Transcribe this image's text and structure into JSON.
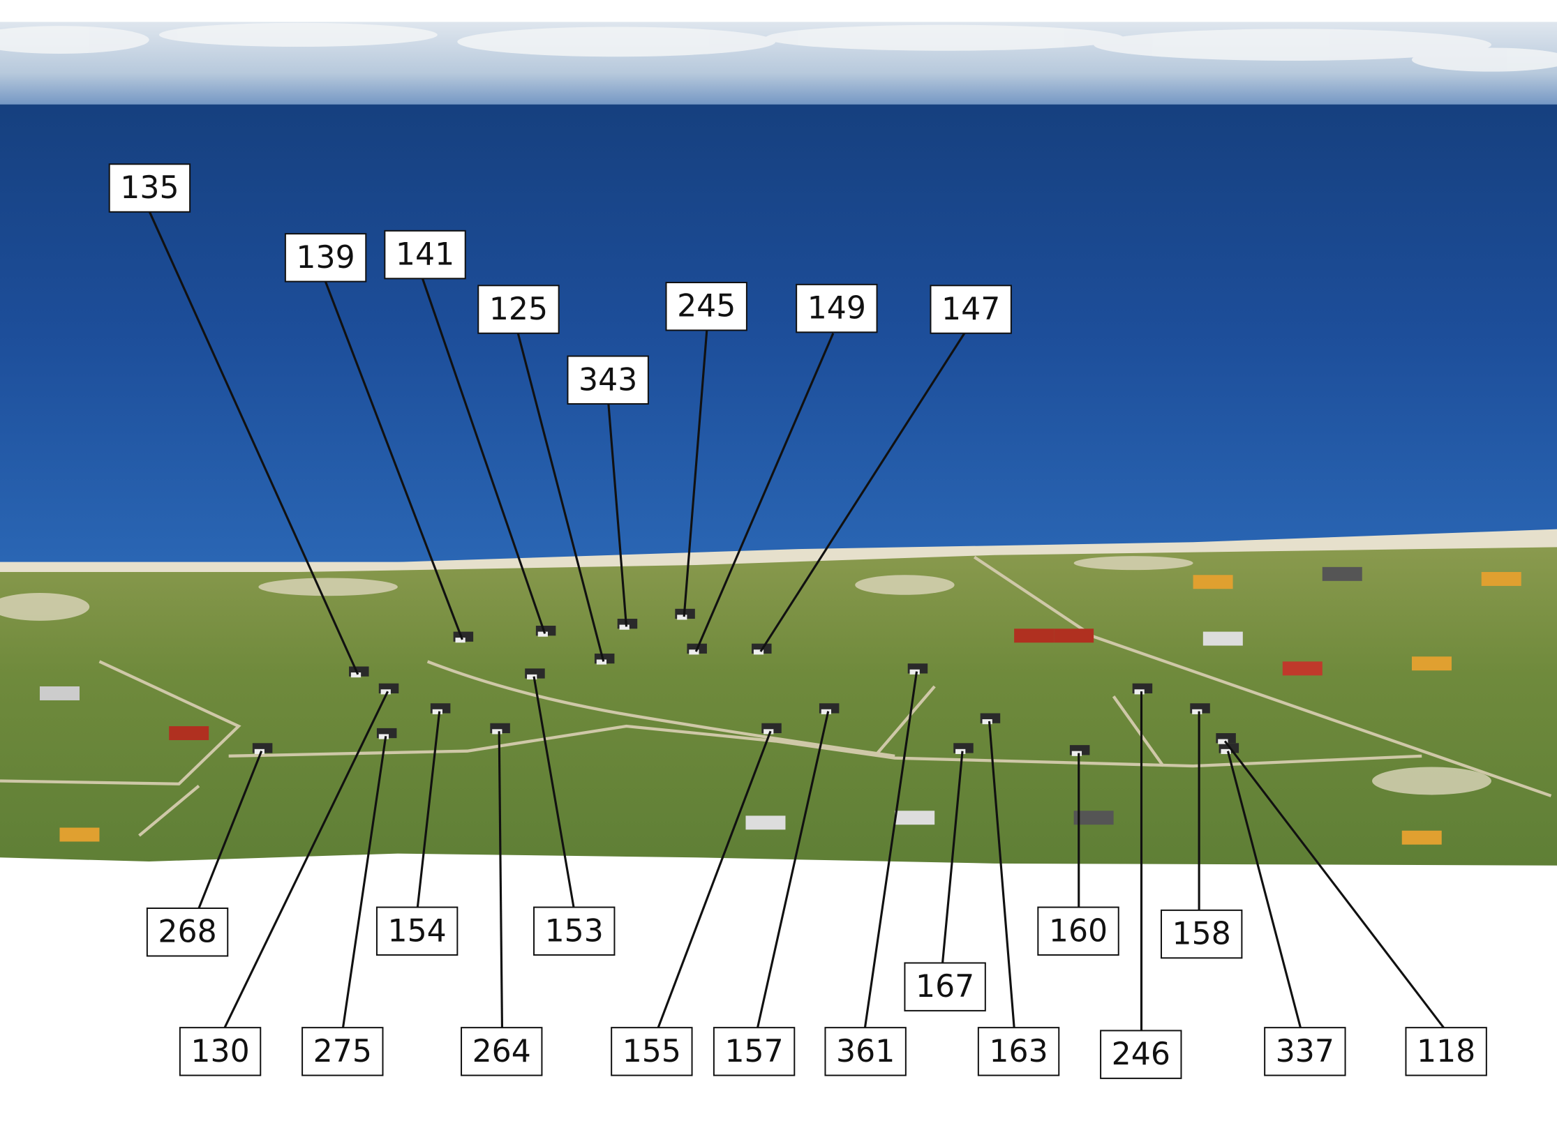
{
  "photo": {
    "description_colors": {
      "sky": "#c9d8e6",
      "sea": "#1f4f9c",
      "sea_deep": "#16407f",
      "beach": "#e6e0cc",
      "land": "#6f8a3c",
      "road": "#c9c3a6",
      "house": "#2a2a2a"
    }
  },
  "labels": {
    "top": [
      "135",
      "139",
      "141",
      "125",
      "343",
      "245",
      "149",
      "147"
    ],
    "bottom_row1": [
      "268",
      "154",
      "153",
      "160",
      "158",
      "167"
    ],
    "bottom_row2": [
      "130",
      "275",
      "264",
      "155",
      "157",
      "361",
      "163",
      "246",
      "337",
      "118"
    ]
  }
}
